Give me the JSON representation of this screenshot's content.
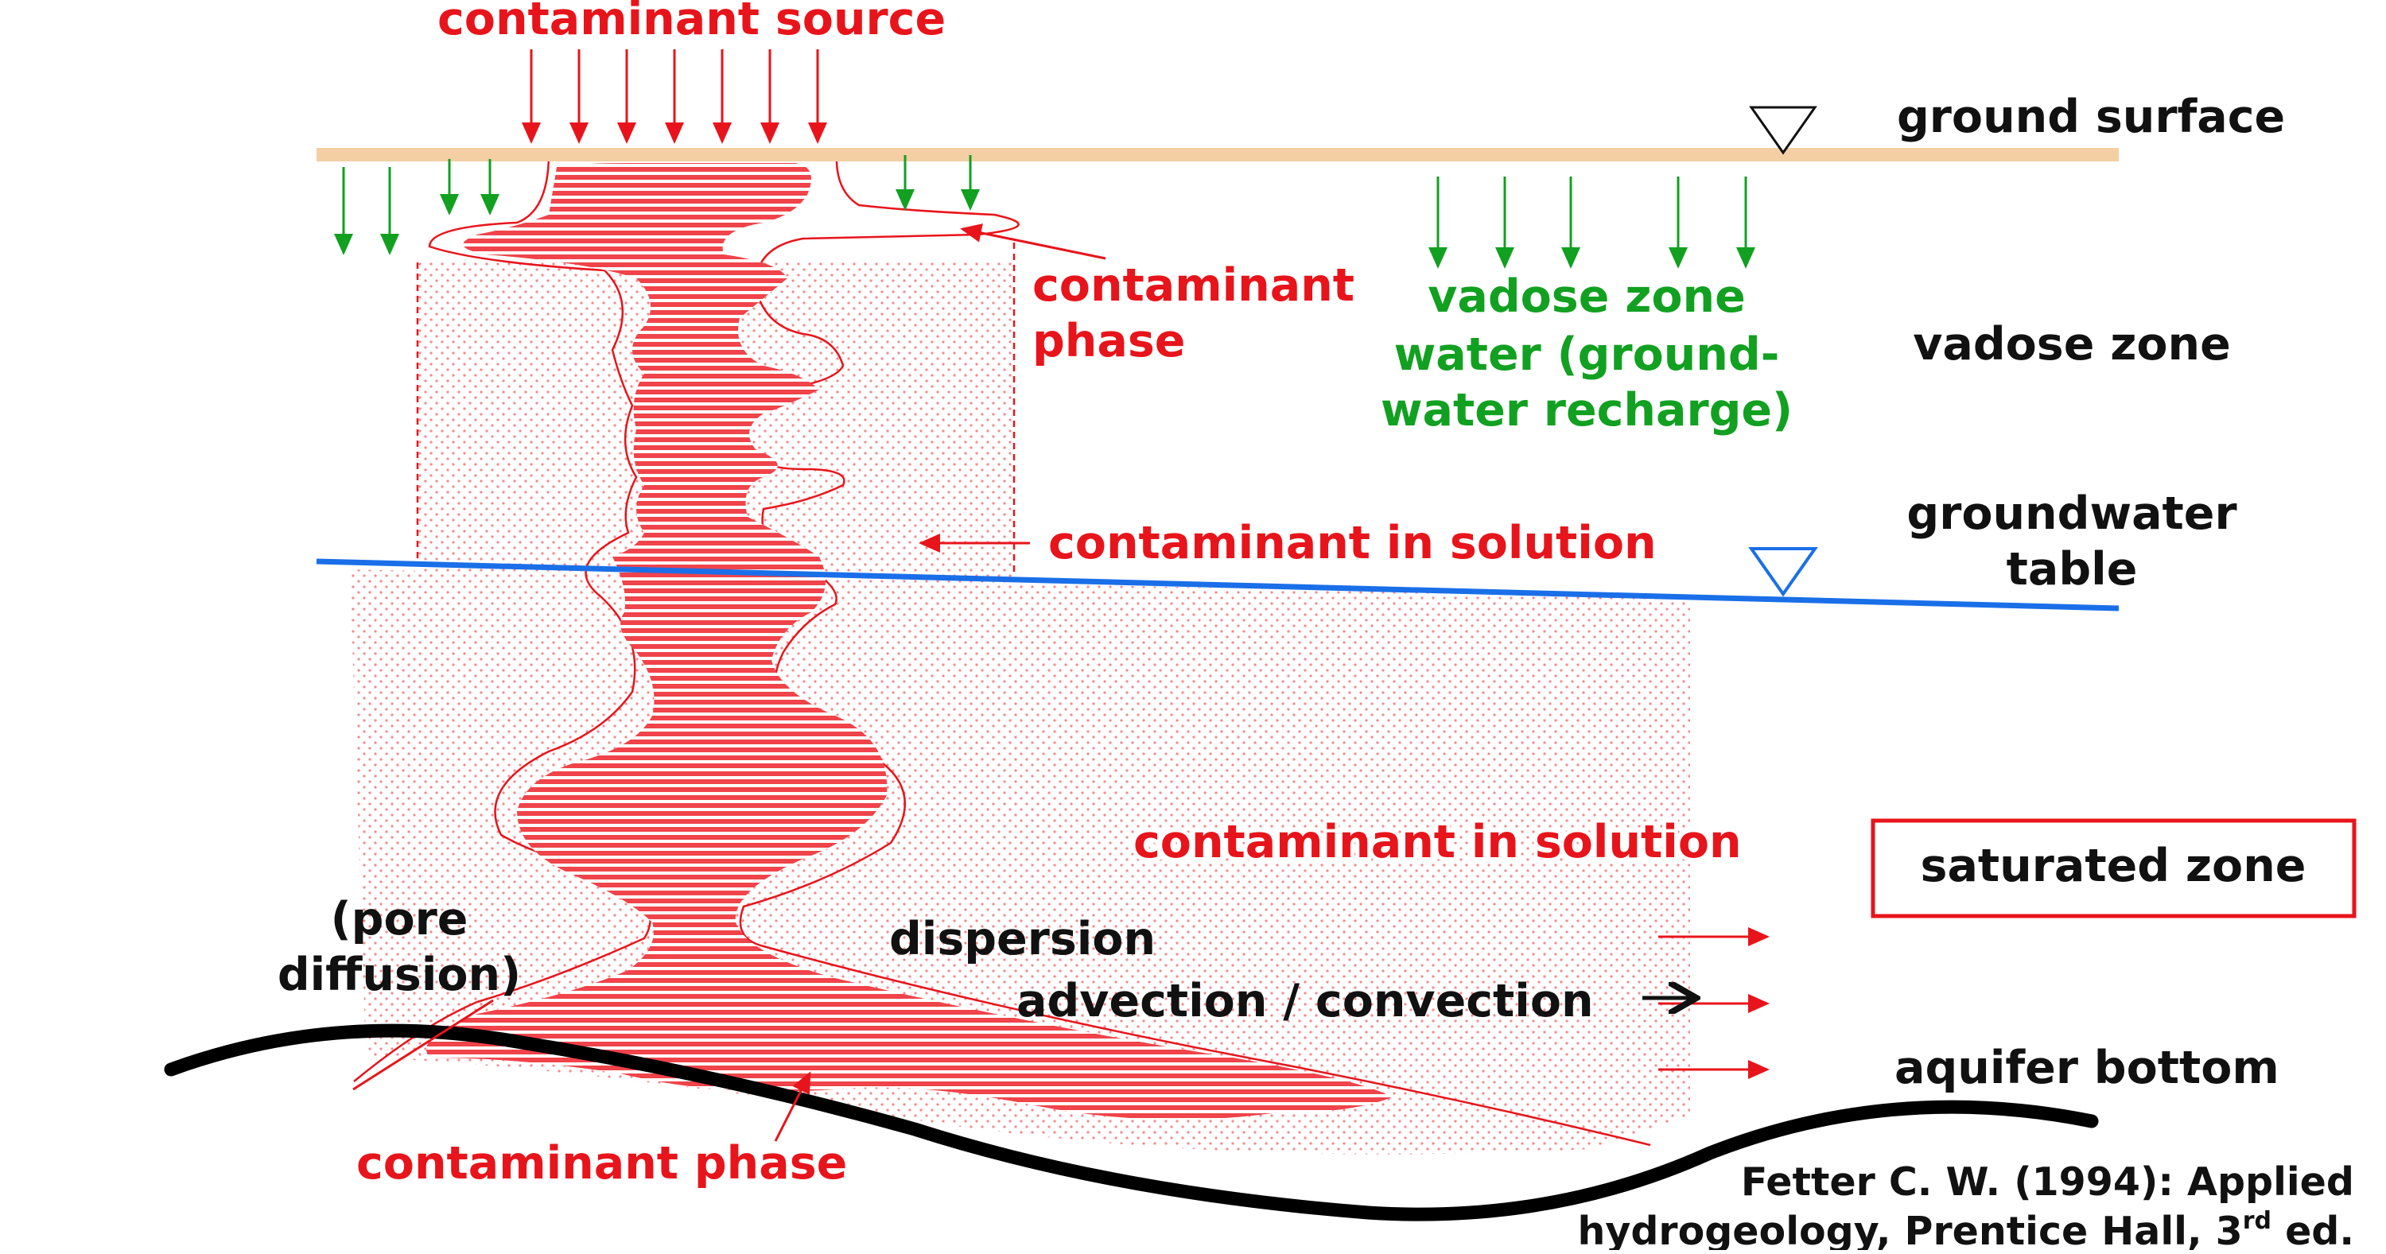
{
  "labels": {
    "contaminant_source": "contaminant source",
    "ground_surface": "ground surface",
    "contaminant_phase_top_1": "contaminant",
    "contaminant_phase_top_2": "phase",
    "vadose_water_1": "vadose zone",
    "vadose_water_2": "water (ground-",
    "vadose_water_3": "water recharge)",
    "vadose_zone": "vadose zone",
    "groundwater_table_1": "groundwater",
    "groundwater_table_2": "table",
    "contaminant_in_solution_upper": "contaminant in solution",
    "contaminant_in_solution_lower": "contaminant in solution",
    "saturated_zone": "saturated zone",
    "pore_diffusion_1": "(pore",
    "pore_diffusion_2": "diffusion)",
    "dispersion": "dispersion",
    "advection_convection": "advection / convection",
    "aquifer_bottom": "aquifer bottom",
    "contaminant_phase_bottom": "contaminant phase",
    "citation_1": "Fetter C. W. (1994): Applied",
    "citation_2_prefix": "hydrogeology, Prentice Hall, 3",
    "citation_2_sup": "rd",
    "citation_2_suffix": " ed."
  },
  "colors": {
    "contaminant_red": "#e8141b",
    "recharge_green": "#12a021",
    "ground_surface": "#f3cfa3",
    "water_table_blue": "#1a6fe8",
    "aquifer_bottom": "#000000"
  },
  "icons": {
    "water_table_marker": "inverted-triangle",
    "ground_surface_marker": "inverted-triangle"
  }
}
